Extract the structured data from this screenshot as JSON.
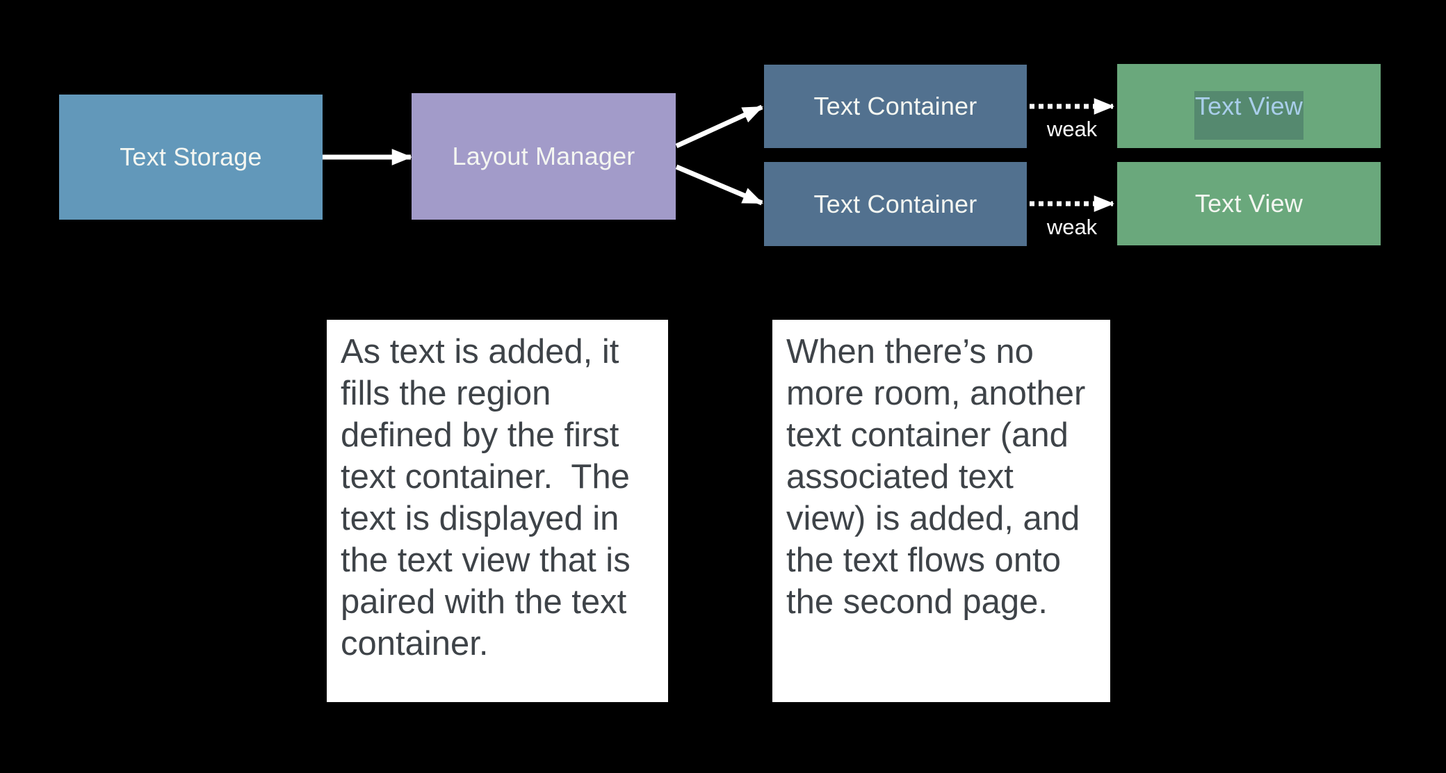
{
  "slide": {
    "background": "#000000",
    "arrow_color": "#FFFFFF"
  },
  "diagram": {
    "nodes": [
      {
        "id": "text-storage",
        "label": "Text Storage",
        "color": "#6298BA",
        "text_color": "#F4F6F1"
      },
      {
        "id": "layout-manager",
        "label": "Layout Manager",
        "color": "#A29BC9",
        "text_color": "#F4F6F1"
      },
      {
        "id": "text-container-1",
        "label": "Text Container",
        "color": "#52718F",
        "text_color": "#F4F6F1"
      },
      {
        "id": "text-container-2",
        "label": "Text Container",
        "color": "#52718F",
        "text_color": "#F4F6F1"
      },
      {
        "id": "text-view-1",
        "label": "Text View",
        "color": "#6AA87C",
        "text_color": "#A9CEEA",
        "highlight": {
          "color": "#55896F"
        }
      },
      {
        "id": "text-view-2",
        "label": "Text View",
        "color": "#6AA87C",
        "text_color": "#F4F6F1"
      }
    ],
    "edges": [
      {
        "from": "text-storage",
        "to": "layout-manager",
        "style": "solid",
        "label": ""
      },
      {
        "from": "layout-manager",
        "to": "text-container-1",
        "style": "solid",
        "label": ""
      },
      {
        "from": "layout-manager",
        "to": "text-container-2",
        "style": "solid",
        "label": ""
      },
      {
        "from": "text-container-1",
        "to": "text-view-1",
        "style": "dotted",
        "label": "weak"
      },
      {
        "from": "text-container-2",
        "to": "text-view-2",
        "style": "dotted",
        "label": "weak"
      }
    ]
  },
  "captions": {
    "caption_1": "As text is added, it\nfills the region\ndefined by the first\ntext container.  The\ntext is displayed in\nthe text view that is\npaired with the text\ncontainer.",
    "caption_2": "When there’s no\nmore room, another\ntext container (and\nassociated text\nview) is added, and\nthe text flows onto\nthe second page."
  }
}
